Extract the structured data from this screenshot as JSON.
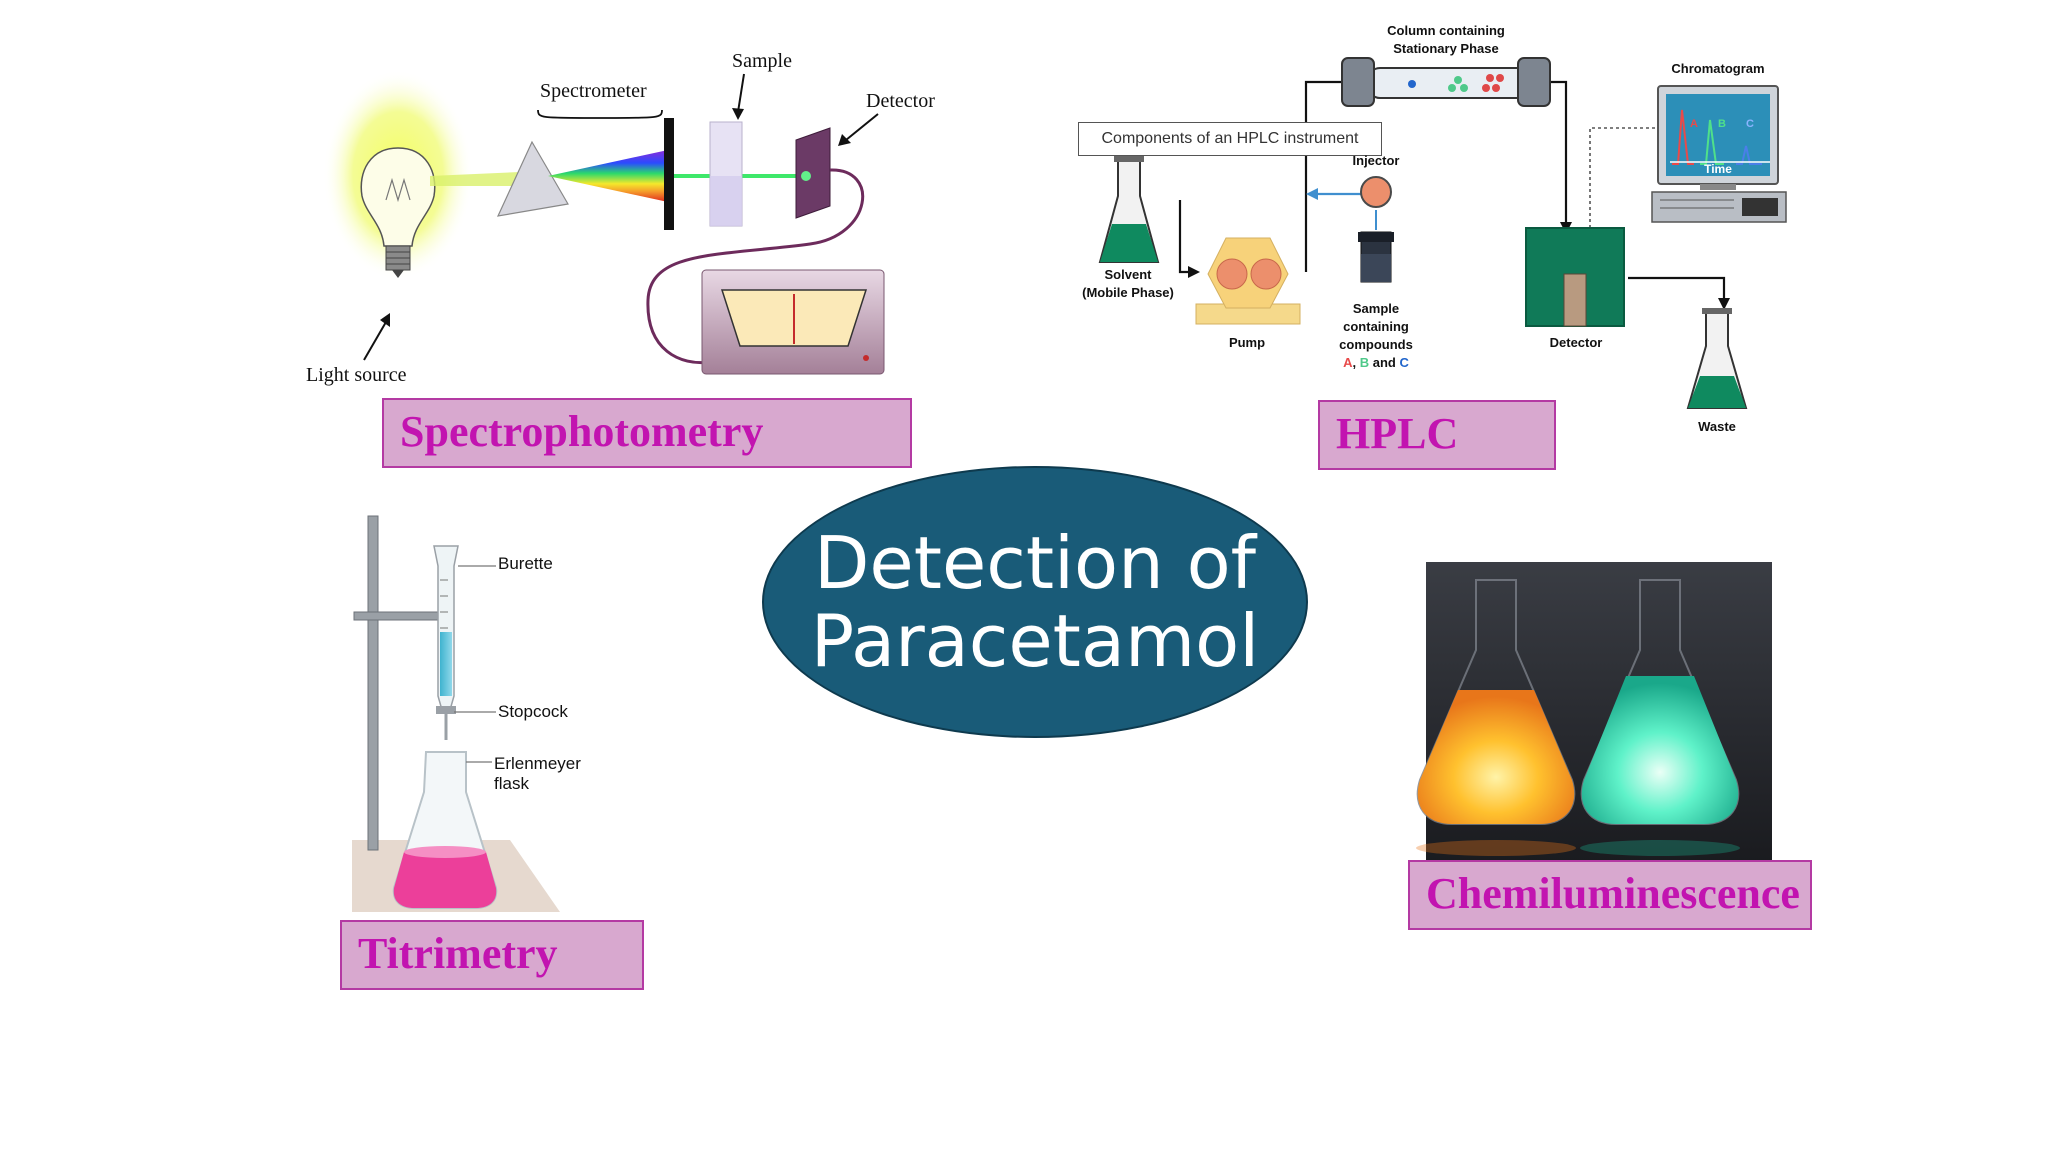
{
  "center": {
    "line1": "Detection of",
    "line2": "Paracetamol",
    "fill": "#195b78"
  },
  "spectrophotometry": {
    "title": "Spectrophotometry",
    "labels": {
      "sample": "Sample",
      "spectrometer": "Spectrometer",
      "detector": "Detector",
      "light_source": "Light source"
    }
  },
  "hplc": {
    "title": "HPLC",
    "caption": "Components of an HPLC instrument",
    "labels": {
      "column_line1": "Column containing",
      "column_line2": "Stationary Phase",
      "chromatogram": "Chromatogram",
      "injector": "Injector",
      "solvent_line1": "Solvent",
      "solvent_line2": "(Mobile Phase)",
      "pump": "Pump",
      "sample_line1": "Sample",
      "sample_line2": "containing",
      "sample_line3": "compounds",
      "compound_a": "A",
      "comma": ",",
      "compound_b": "B",
      "and": "and",
      "compound_c": "C",
      "detector": "Detector",
      "waste": "Waste",
      "time": "Time",
      "peak_a": "A",
      "peak_b": "B",
      "peak_c": "C"
    }
  },
  "titrimetry": {
    "title": "Titrimetry",
    "labels": {
      "burette": "Burette",
      "stopcock": "Stopcock",
      "flask_line1": "Erlenmeyer",
      "flask_line2": "flask"
    }
  },
  "chemiluminescence": {
    "title": "Chemiluminescence"
  },
  "colors": {
    "label_fill": "#d8a8cf",
    "label_border": "#b43aa3",
    "label_text": "#c214b0"
  }
}
